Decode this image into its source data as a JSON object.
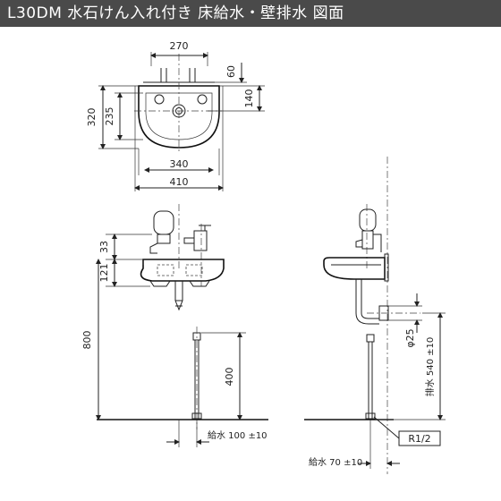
{
  "header": {
    "title": "L30DM 水石けん入れ付き 床給水・壁排水 図面"
  },
  "dimensions": {
    "top_width_inner": "270",
    "top_width_bowl": "340",
    "top_width_outer": "410",
    "top_depth_total": "320",
    "top_depth_bowl": "235",
    "top_back_offset": "60",
    "top_faucet_offset": "140",
    "front_height_faucet": "33",
    "front_height_bowl": "121",
    "front_height_floor": "800",
    "front_supply_height": "400",
    "front_supply_offset": "給水 100 ±10",
    "side_drain_dia": "φ25",
    "side_drain_height": "排水 540 ±10",
    "side_supply_offset": "給水 70 ±10",
    "side_thread": "R1/2"
  }
}
